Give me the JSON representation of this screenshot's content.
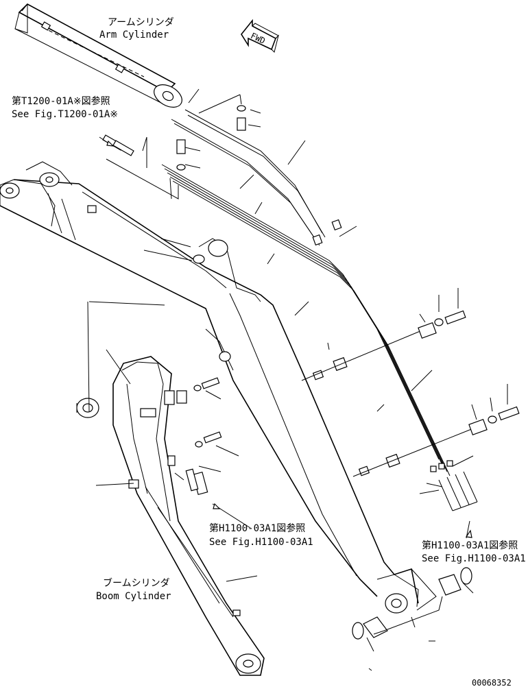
{
  "labels": {
    "arm_cylinder_jp": "アームシリンダ",
    "arm_cylinder_en": "Arm Cylinder",
    "fwd": "FWD",
    "ref_t1200_jp": "第T1200-01A※図参照",
    "ref_t1200_en": "See Fig.T1200-01A※",
    "ref_h1100_left_jp": "第H1100-03A1図参照",
    "ref_h1100_left_en": "See Fig.H1100-03A1",
    "ref_h1100_right_jp": "第H1100-03A1図参照",
    "ref_h1100_right_en": "See Fig.H1100-03A1",
    "boom_cylinder_jp": "ブームシリンダ",
    "boom_cylinder_en": "Boom Cylinder",
    "drawing_number": "00068352"
  }
}
